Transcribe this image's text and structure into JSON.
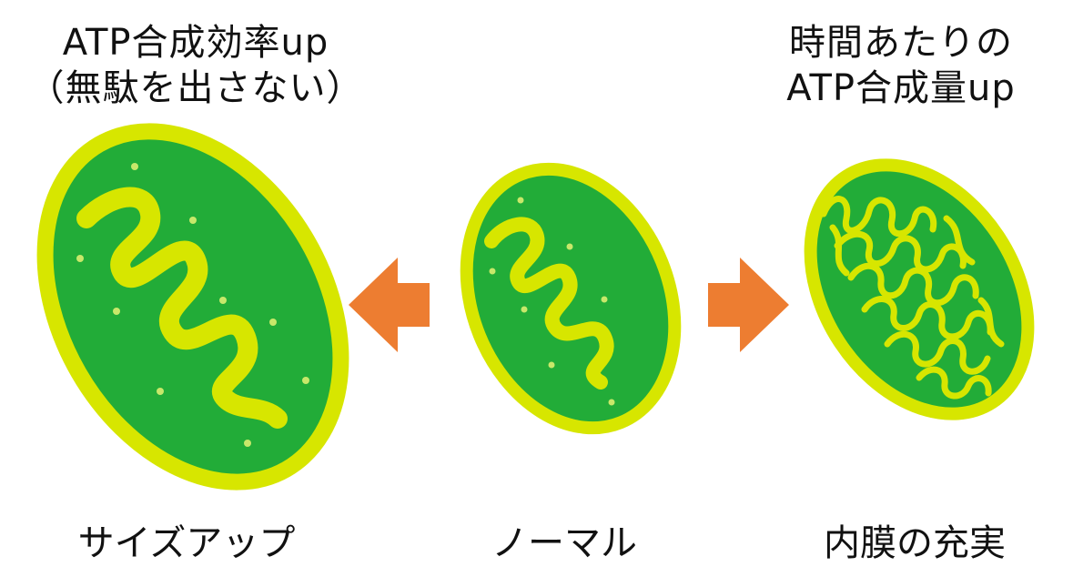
{
  "headings": {
    "left": {
      "line1": "ATP合成効率up",
      "line2": "（無駄を出さない）"
    },
    "right": {
      "line1": "時間あたりの",
      "line2": "ATP合成量up"
    }
  },
  "captions": {
    "left": "サイズアップ",
    "middle": "ノーマル",
    "right": "内膜の充実"
  },
  "colors": {
    "matrix_green": "#22ac38",
    "membrane_yellow": "#d7e600",
    "arrow_orange": "#ed7d31",
    "dot_light": "#c8e86a"
  },
  "icons": {
    "left_arrow": "arrow-left-icon",
    "right_arrow": "arrow-right-icon"
  }
}
